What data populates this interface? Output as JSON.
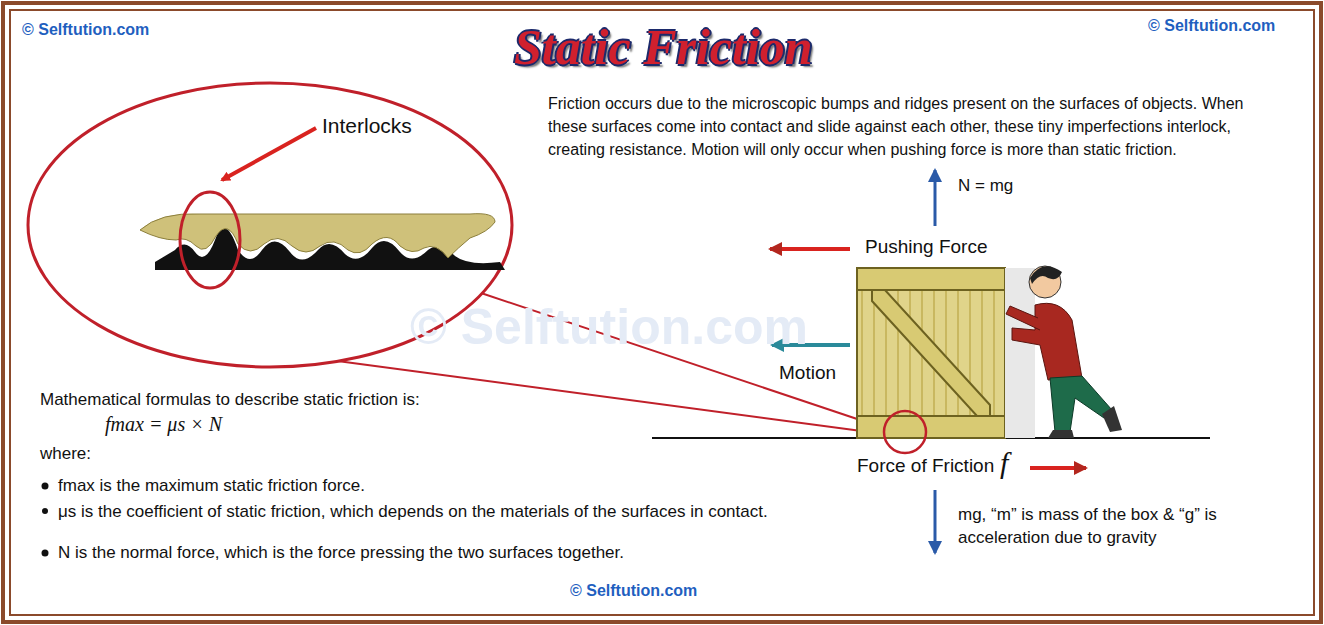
{
  "diagram": {
    "title": "Static Friction",
    "labels": [
      "© Selftution.com",
      "© Selftution.com",
      "Interlocks",
      "Friction occurs due to the microscopic bumps and ridges present on the surfaces of objects. When these surfaces come into contact and slide against each other, these tiny imperfections interlock, creating resistance. Motion will only occur when pushing force is more than static friction.",
      "N = mg",
      "Pushing Force",
      "Motion",
      "© Selftution.com",
      "Force of Friction",
      "f",
      "mg, “m” is mass of the box & “g” is acceleration due to gravity",
      "Mathematical formulas to describe static friction is:",
      "fmax = μs × N",
      "where:",
      "fmax is the maximum static friction force.",
      "μs is the coefficient of static friction, which depends on the materials of the surfaces in contact.",
      "N is the normal force, which is the force pressing the two surfaces together.",
      "© Selftution.com"
    ]
  }
}
